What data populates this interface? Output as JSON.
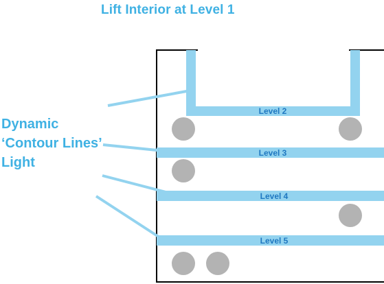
{
  "title": "Lift Interior at Level 1",
  "side_label": {
    "line1": "Dynamic",
    "line2": "‘Contour Lines’",
    "line3": "Light"
  },
  "levels": [
    {
      "label": "Level 2"
    },
    {
      "label": "Level 3"
    },
    {
      "label": "Level 4"
    },
    {
      "label": "Level 5"
    }
  ],
  "colors": {
    "title_text": "#3fb1e3",
    "light_band": "#93d3ef",
    "level_text": "#1f78c1",
    "circle": "#b3b3b3",
    "outline": "#000000"
  }
}
